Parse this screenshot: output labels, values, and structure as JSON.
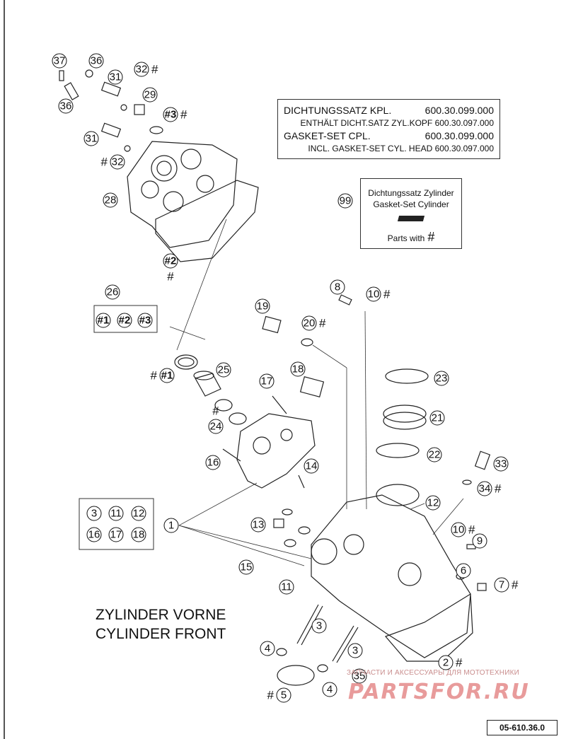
{
  "gasket_set": {
    "line1_label": "DICHTUNGSSATZ KPL.",
    "line1_number": "600.30.099.000",
    "line2": "ENTHÄLT DICHT.SATZ ZYL.KOPF 600.30.097.000",
    "line3_label": "GASKET-SET CPL.",
    "line3_number": "600.30.099.000",
    "line4": "INCL. GASKET-SET CYL. HEAD 600.30.097.000"
  },
  "cylinder_set": {
    "line1": "Dichtungssatz Zylinder",
    "line2": "Gasket-Set Cylinder",
    "parts_with": "Parts with",
    "hash": "#"
  },
  "title": {
    "line1": "ZYLINDER VORNE",
    "line2": "CYLINDER FRONT"
  },
  "reference": "05-610.36.0",
  "watermark": {
    "tagline": "ЗАПЧАСТИ И АКСЕССУАРЫ ДЛЯ МОТОТЕХНИКИ",
    "logo": "PARTSFOR.RU"
  },
  "callouts": [
    {
      "id": "37",
      "hash": false
    },
    {
      "id": "36",
      "hash": false
    },
    {
      "id": "31",
      "hash": false
    },
    {
      "id": "32",
      "hash": true
    },
    {
      "id": "29",
      "hash": false
    },
    {
      "id": "#3",
      "hash": true
    },
    {
      "id": "36",
      "hash": false
    },
    {
      "id": "31",
      "hash": false
    },
    {
      "id": "32",
      "hash": true
    },
    {
      "id": "28",
      "hash": false
    },
    {
      "id": "#2",
      "hash": true
    },
    {
      "id": "99",
      "hash": false
    },
    {
      "id": "26",
      "hash": false
    },
    {
      "id": "#1",
      "hash": false
    },
    {
      "id": "#2",
      "hash": false
    },
    {
      "id": "#3",
      "hash": false
    },
    {
      "id": "8",
      "hash": false
    },
    {
      "id": "10",
      "hash": true
    },
    {
      "id": "19",
      "hash": false
    },
    {
      "id": "20",
      "hash": true
    },
    {
      "id": "18",
      "hash": false
    },
    {
      "id": "17",
      "hash": false
    },
    {
      "id": "#1",
      "hash": true
    },
    {
      "id": "25",
      "hash": false
    },
    {
      "id": "23",
      "hash": false
    },
    {
      "id": "21",
      "hash": false
    },
    {
      "id": "24",
      "hash": true
    },
    {
      "id": "22",
      "hash": false
    },
    {
      "id": "16",
      "hash": false
    },
    {
      "id": "14",
      "hash": false
    },
    {
      "id": "33",
      "hash": false
    },
    {
      "id": "34",
      "hash": true
    },
    {
      "id": "12",
      "hash": false
    },
    {
      "id": "1",
      "hash": false
    },
    {
      "id": "13",
      "hash": false
    },
    {
      "id": "10",
      "hash": true
    },
    {
      "id": "9",
      "hash": false
    },
    {
      "id": "15",
      "hash": false
    },
    {
      "id": "6",
      "hash": false
    },
    {
      "id": "7",
      "hash": true
    },
    {
      "id": "11",
      "hash": false
    },
    {
      "id": "3",
      "hash": false
    },
    {
      "id": "4",
      "hash": false
    },
    {
      "id": "3",
      "hash": false
    },
    {
      "id": "2",
      "hash": true
    },
    {
      "id": "35",
      "hash": false
    },
    {
      "id": "4",
      "hash": false
    },
    {
      "id": "5",
      "hash": true
    }
  ],
  "group_1": [
    "3",
    "11",
    "12",
    "16",
    "17",
    "18"
  ],
  "colors": {
    "ink": "#111111",
    "watermark": "#e58a8a"
  }
}
